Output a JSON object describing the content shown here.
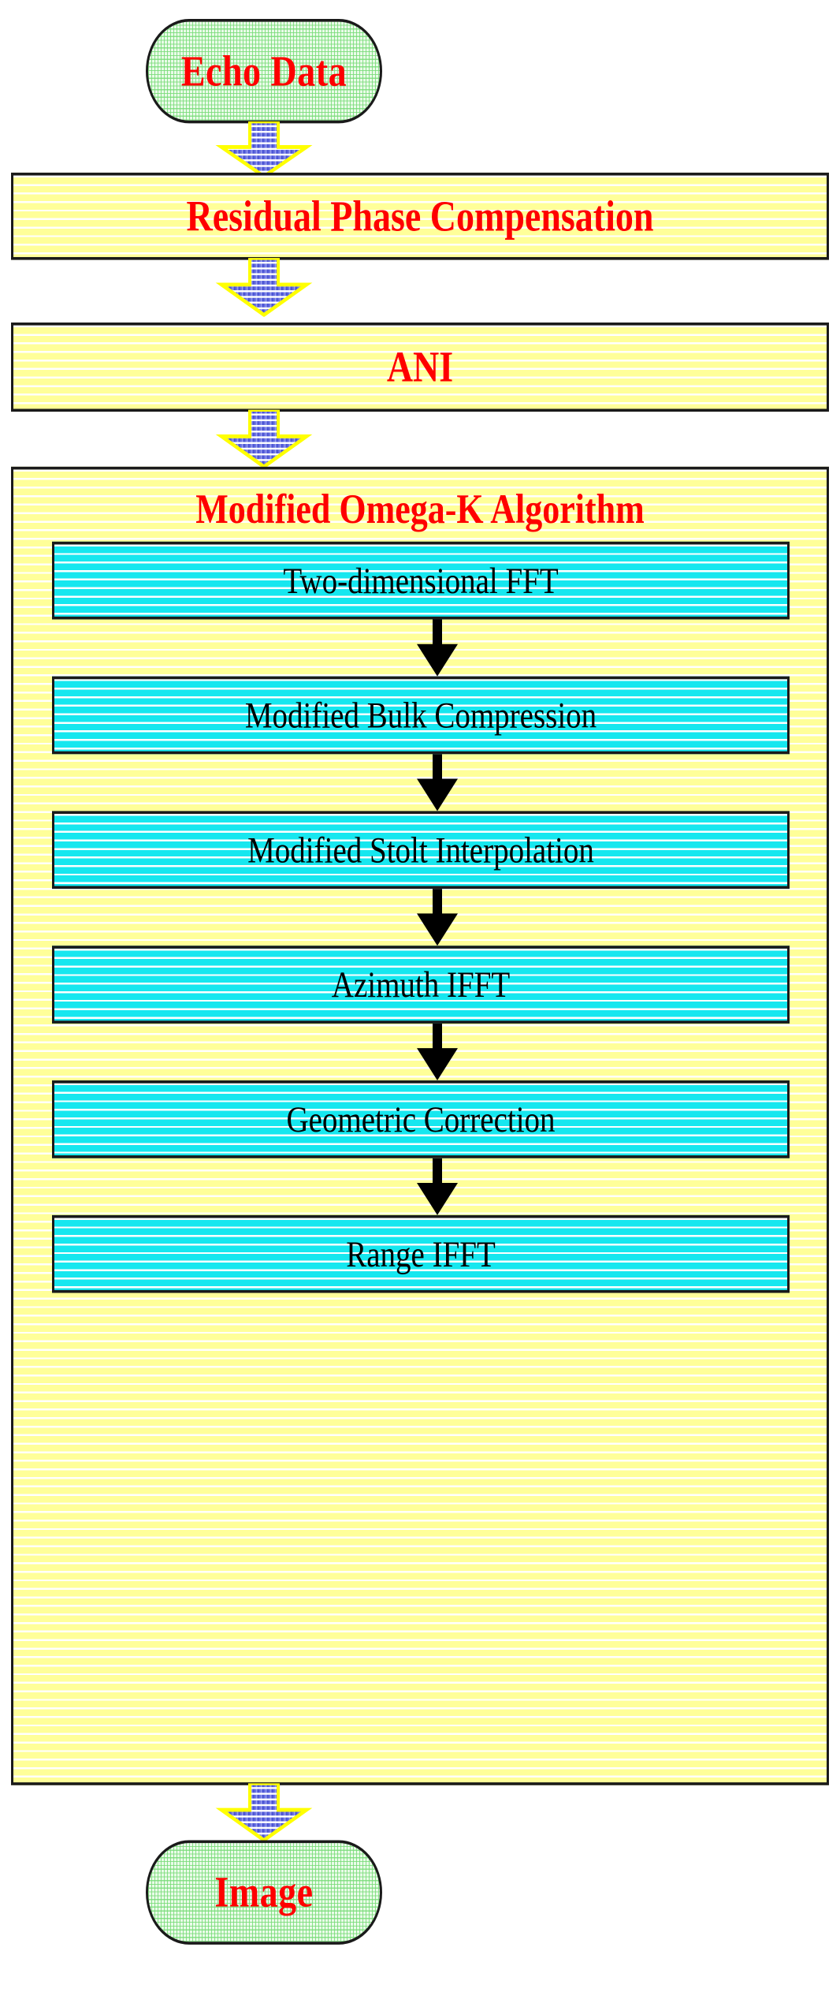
{
  "diagram": {
    "title": "Modified Omega-K Algorithm processing flowchart",
    "colors": {
      "terminal_fill": "#eafbe9",
      "terminal_hatch": "#78dc78",
      "process_fill": "#ffff99",
      "process_stripe": "#ffffff",
      "substep_fill": "#16e7ef",
      "border": "#1a1a1a",
      "title_text": "#fe0000",
      "substep_text": "#000000",
      "fat_arrow_fill": "#6a72e0",
      "fat_arrow_outline": "#ffff00",
      "thin_arrow": "#000000"
    },
    "nodes": {
      "start": {
        "label": "Echo Data",
        "shape": "rounded-terminal"
      },
      "residual_phase": {
        "label": "Residual Phase Compensation",
        "shape": "rectangle"
      },
      "ani": {
        "label": "ANI",
        "shape": "rectangle"
      },
      "algorithm": {
        "label": "Modified Omega-K Algorithm",
        "shape": "container"
      },
      "end": {
        "label": "Image",
        "shape": "rounded-terminal"
      }
    },
    "algorithm_steps": [
      {
        "label": "Two-dimensional FFT"
      },
      {
        "label": "Modified Bulk Compression"
      },
      {
        "label": "Modified Stolt Interpolation"
      },
      {
        "label": "Azimuth IFFT"
      },
      {
        "label": "Geometric Correction"
      },
      {
        "label": "Range IFFT"
      }
    ],
    "connectors": [
      {
        "from": "start",
        "to": "residual_phase",
        "style": "block-arrow-down"
      },
      {
        "from": "residual_phase",
        "to": "ani",
        "style": "block-arrow-down"
      },
      {
        "from": "ani",
        "to": "algorithm",
        "style": "block-arrow-down"
      },
      {
        "from": "step-1",
        "to": "step-2",
        "style": "thin-arrow-down"
      },
      {
        "from": "step-2",
        "to": "step-3",
        "style": "thin-arrow-down"
      },
      {
        "from": "step-3",
        "to": "step-4",
        "style": "thin-arrow-down"
      },
      {
        "from": "step-4",
        "to": "step-5",
        "style": "thin-arrow-down"
      },
      {
        "from": "step-5",
        "to": "step-6",
        "style": "thin-arrow-down"
      },
      {
        "from": "algorithm",
        "to": "end",
        "style": "block-arrow-down"
      }
    ]
  }
}
